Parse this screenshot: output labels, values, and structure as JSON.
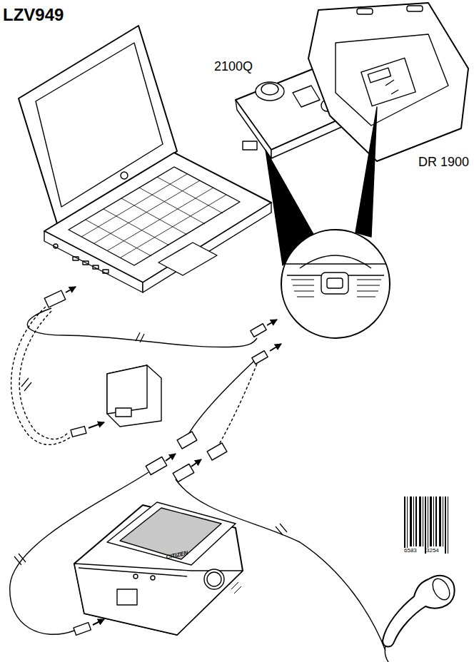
{
  "diagram": {
    "labels": [
      "LZV949",
      "2100Q",
      "DR 1900",
      "CITIZEN",
      "6583",
      "3254"
    ]
  }
}
